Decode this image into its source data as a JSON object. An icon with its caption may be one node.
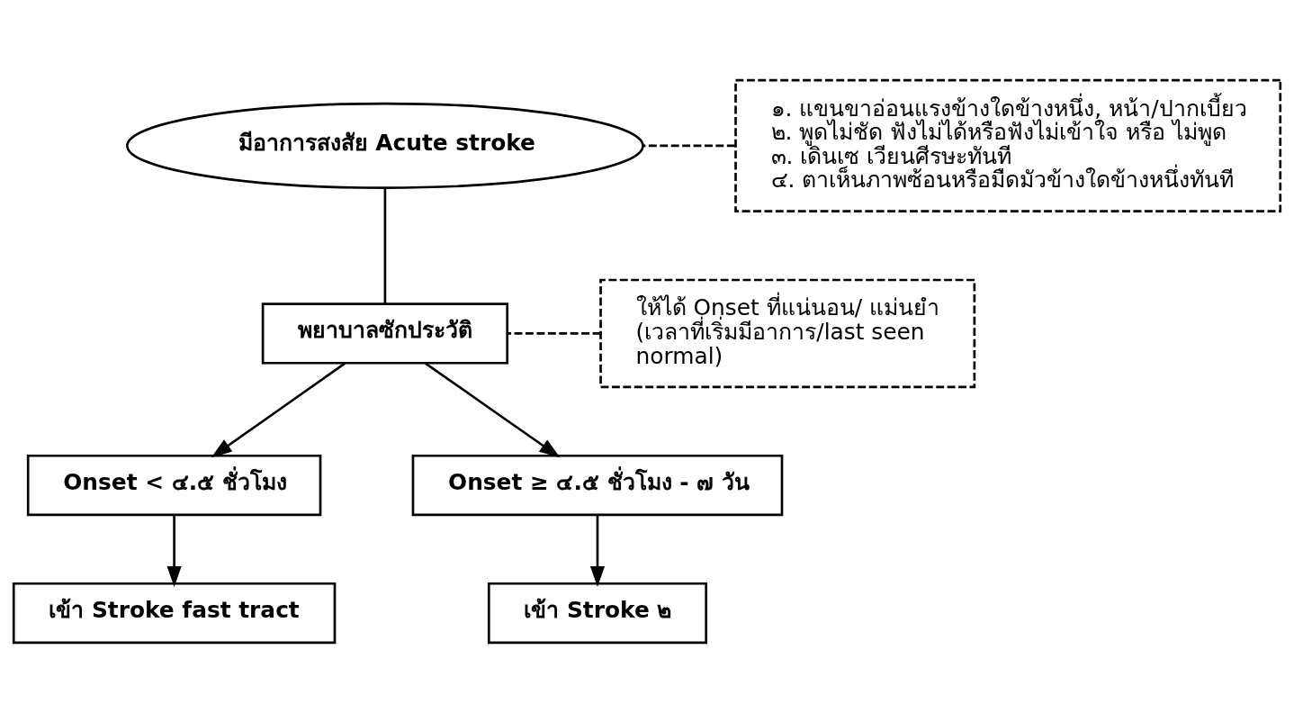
{
  "diagram": {
    "nodes": [
      {
        "text": [
          "มีอาการสงสัย Acute stroke"
        ]
      },
      {
        "text": [
          "๑. แขนขาอ่อนแรงข้างใดข้างหนึ่ง, หน้า/ปากเบี้ยว",
          "๒. พูดไม่ชัด ฟังไม่ได้หรือฟังไม่เข้าใจ หรือ ไม่พูด",
          "๓. เดินเซ เวียนศีรษะทันที",
          "๔. ตาเห็นภาพซ้อนหรือมืดมัวข้างใดข้างหนึ่งทันที"
        ]
      },
      {
        "text": [
          "ให้ได้ Onset ที่แน่นอน/ แม่นยำ (เวลาที่เริ่มมีอาการ/last seen normal)"
        ]
      },
      {
        "text": [
          "พยาบาลซักประวัติ"
        ]
      },
      {
        "text": [
          "Onset < ๔.๕ ชั่วโมง"
        ]
      },
      {
        "text": [
          "Onset ≥ ๔.๕ ชั่วโมง - ๗ วัน"
        ]
      },
      {
        "text": [
          "เข้า Stroke fast tract"
        ]
      },
      {
        "text": [
          "เข้า Stroke ๒"
        ]
      }
    ],
    "edges": [
      {
        "from": 1,
        "to": 0,
        "arrow": "none",
        "style": "dashed"
      },
      {
        "from": 0,
        "to": 3,
        "arrow": "none"
      },
      {
        "from": 2,
        "to": 3,
        "arrow": "none",
        "style": "dashed"
      },
      {
        "from": 3,
        "to": 4,
        "arrow": "to"
      },
      {
        "from": 3,
        "to": 5,
        "arrow": "to"
      },
      {
        "from": 4,
        "to": 6,
        "arrow": "to"
      },
      {
        "from": 5,
        "to": 7,
        "arrow": "to"
      }
    ]
  }
}
